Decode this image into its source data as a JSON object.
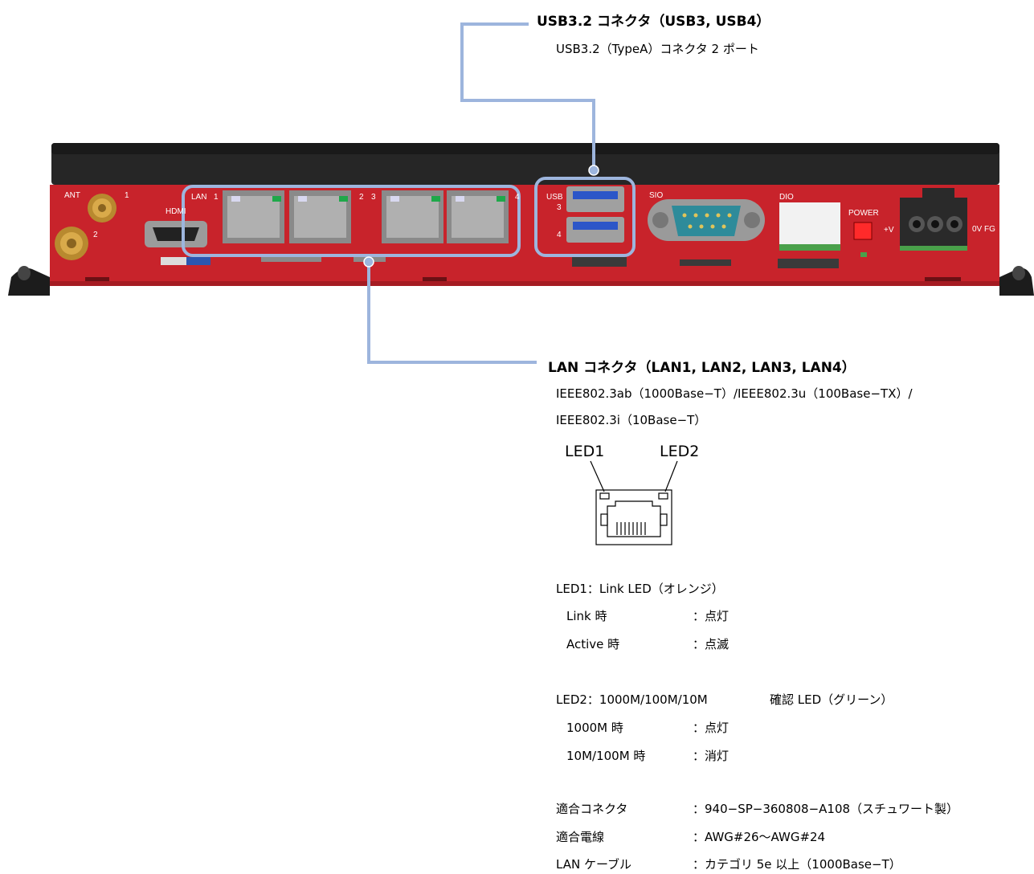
{
  "usb": {
    "title": "USB3.2 コネクタ（USB3, USB4）",
    "desc": "USB3.2（TypeA）コネクタ 2 ポート"
  },
  "lan": {
    "title": "LAN コネクタ（LAN1, LAN2, LAN3, LAN4）",
    "spec_line1": "IEEE802.3ab（1000Base−T）/IEEE802.3u（100Base−TX）/",
    "spec_line2": "IEEE802.3i（10Base−T）",
    "led1_callout": "LED1",
    "led2_callout": "LED2",
    "led1": {
      "heading": "LED1：Link LED（オレンジ）",
      "rows": [
        {
          "label": "Link 時",
          "value": "：点灯"
        },
        {
          "label": "Active 時",
          "value": "：点滅"
        }
      ]
    },
    "led2": {
      "heading_left": "LED2：1000M/100M/10M",
      "heading_right": "確認 LED（グリーン）",
      "rows": [
        {
          "label": "1000M 時",
          "value": "：点灯"
        },
        {
          "label": "10M/100M 時",
          "value": "：消灯"
        }
      ]
    },
    "specs": [
      {
        "label": "適合コネクタ",
        "value": "：940−SP−360808−A108（スチュワート製）"
      },
      {
        "label": "適合電線",
        "value": "：AWG#26〜AWG#24"
      },
      {
        "label": "LAN ケーブル",
        "value": "：カテゴリ 5e 以上（1000Base−T）"
      }
    ]
  },
  "panel": {
    "ant": "ANT",
    "ant_1": "1",
    "ant_2": "2",
    "hdmi": "HDMI",
    "lan": "LAN",
    "lan_1": "1",
    "lan_2": "2",
    "lan_3": "3",
    "lan_4": "4",
    "usb": "USB",
    "usb_3": "3",
    "usb_4": "4",
    "sio": "SIO",
    "dio": "DIO",
    "power": "POWER",
    "plus_v": "+V",
    "ov_fg": "0V FG"
  },
  "colors": {
    "panel_red": "#c8232b",
    "heatsink": "#262626",
    "callout_line": "#9db5dd"
  }
}
